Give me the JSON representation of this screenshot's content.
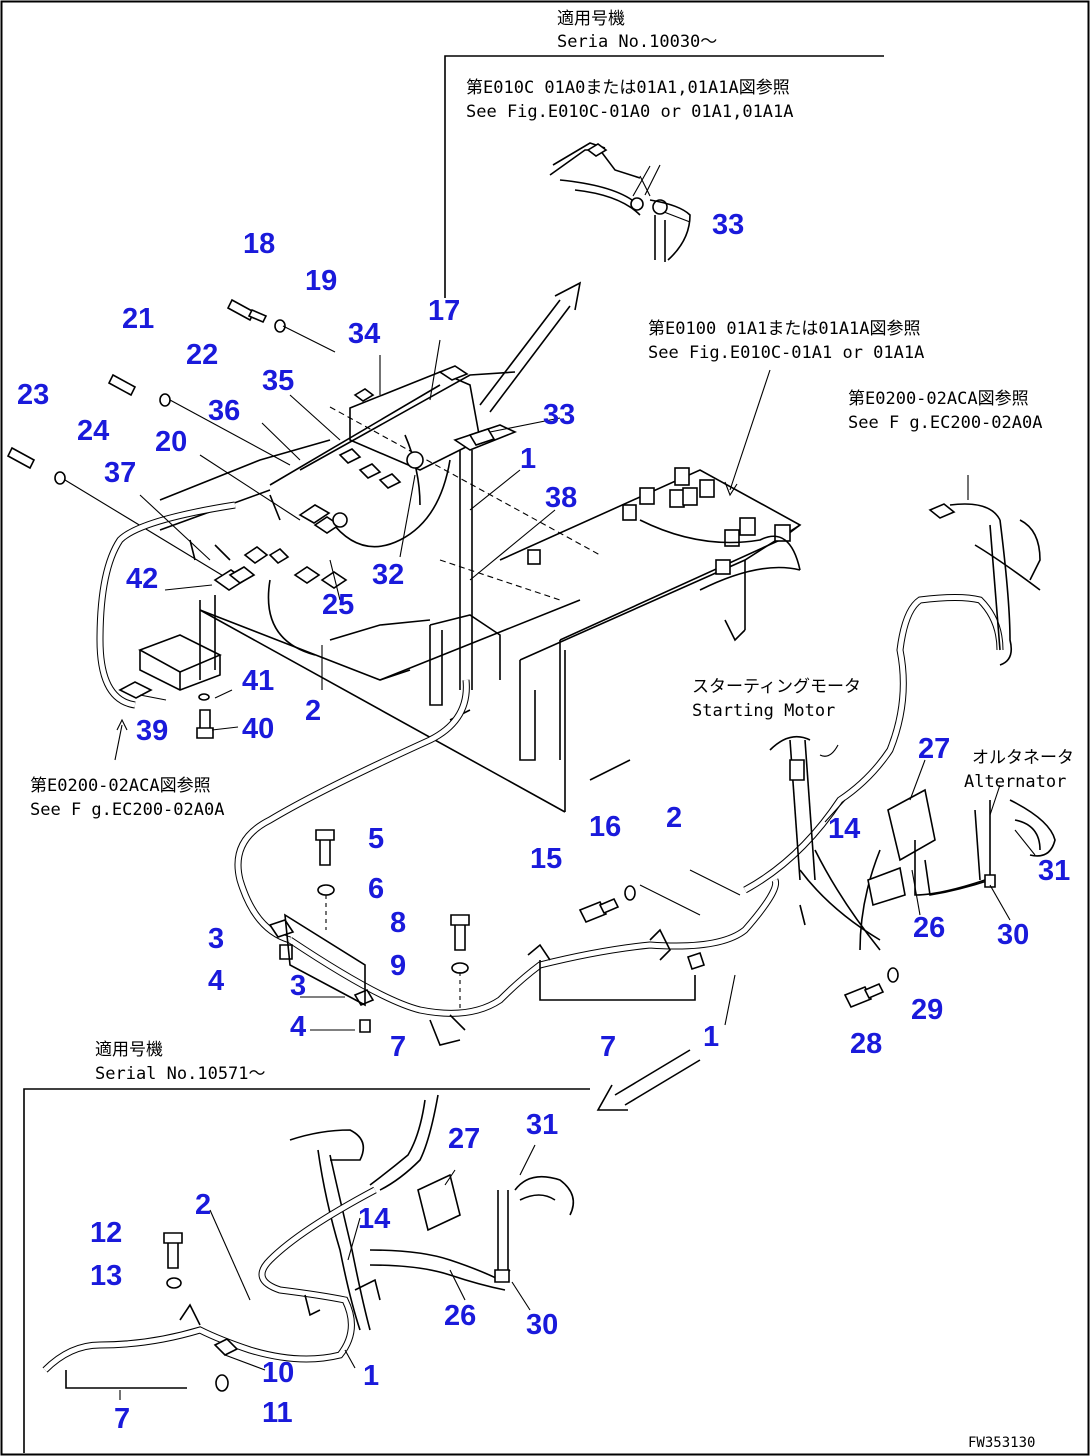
{
  "notes": {
    "top_serial_jp": "適用号機",
    "top_serial_en": "Seria  No.10030～",
    "ref1_jp": "第E010C 01A0または01A1,01A1A図参照",
    "ref1_en": "See Fig.E010C-01A0 or 01A1,01A1A",
    "ref2_jp": "第E0100 01A1または01A1A図参照",
    "ref2_en": "See Fig.E010C-01A1 or 01A1A",
    "ref3_jp": "第E0200-02ACA図参照",
    "ref3_en": "See F g.EC200-02A0A",
    "ref4_jp": "第E0200-02ACA図参照",
    "ref4_en": "See F g.EC200-02A0A",
    "starting_motor_jp": "スターティングモータ",
    "starting_motor_en": "Starting Motor",
    "alternator_jp": "オルタネータ",
    "alternator_en": "Alternator",
    "bottom_serial_jp": "適用号機",
    "bottom_serial_en": "Serial No.10571～",
    "figure_code": "FW353130"
  },
  "callouts": [
    {
      "id": "c33a",
      "label": "33"
    },
    {
      "id": "c18",
      "label": "18"
    },
    {
      "id": "c19",
      "label": "19"
    },
    {
      "id": "c34",
      "label": "34"
    },
    {
      "id": "c17",
      "label": "17"
    },
    {
      "id": "c21",
      "label": "21"
    },
    {
      "id": "c22",
      "label": "22"
    },
    {
      "id": "c35",
      "label": "35"
    },
    {
      "id": "c33b",
      "label": "33"
    },
    {
      "id": "c23",
      "label": "23"
    },
    {
      "id": "c24",
      "label": "24"
    },
    {
      "id": "c36",
      "label": "36"
    },
    {
      "id": "c20",
      "label": "20"
    },
    {
      "id": "c1a",
      "label": "1"
    },
    {
      "id": "c37",
      "label": "37"
    },
    {
      "id": "c38",
      "label": "38"
    },
    {
      "id": "c32",
      "label": "32"
    },
    {
      "id": "c42",
      "label": "42"
    },
    {
      "id": "c25",
      "label": "25"
    },
    {
      "id": "c41",
      "label": "41"
    },
    {
      "id": "c2a",
      "label": "2"
    },
    {
      "id": "c39",
      "label": "39"
    },
    {
      "id": "c40",
      "label": "40"
    },
    {
      "id": "c27a",
      "label": "27"
    },
    {
      "id": "c5",
      "label": "5"
    },
    {
      "id": "c14a",
      "label": "14"
    },
    {
      "id": "c16",
      "label": "16"
    },
    {
      "id": "c2b",
      "label": "2"
    },
    {
      "id": "c31a",
      "label": "31"
    },
    {
      "id": "c6",
      "label": "6"
    },
    {
      "id": "c15",
      "label": "15"
    },
    {
      "id": "c8",
      "label": "8"
    },
    {
      "id": "c26a",
      "label": "26"
    },
    {
      "id": "c30a",
      "label": "30"
    },
    {
      "id": "c3a",
      "label": "3"
    },
    {
      "id": "c9",
      "label": "9"
    },
    {
      "id": "c4a",
      "label": "4"
    },
    {
      "id": "c3b",
      "label": "3"
    },
    {
      "id": "c29",
      "label": "29"
    },
    {
      "id": "c4b",
      "label": "4"
    },
    {
      "id": "c7a",
      "label": "7"
    },
    {
      "id": "c7b",
      "label": "7"
    },
    {
      "id": "c1b",
      "label": "1"
    },
    {
      "id": "c28",
      "label": "28"
    },
    {
      "id": "c31b",
      "label": "31"
    },
    {
      "id": "c27b",
      "label": "27"
    },
    {
      "id": "c2c",
      "label": "2"
    },
    {
      "id": "c14b",
      "label": "14"
    },
    {
      "id": "c12",
      "label": "12"
    },
    {
      "id": "c13",
      "label": "13"
    },
    {
      "id": "c26b",
      "label": "26"
    },
    {
      "id": "c30b",
      "label": "30"
    },
    {
      "id": "c10",
      "label": "10"
    },
    {
      "id": "c1c",
      "label": "1"
    },
    {
      "id": "c11",
      "label": "11"
    },
    {
      "id": "c7c",
      "label": "7"
    }
  ]
}
